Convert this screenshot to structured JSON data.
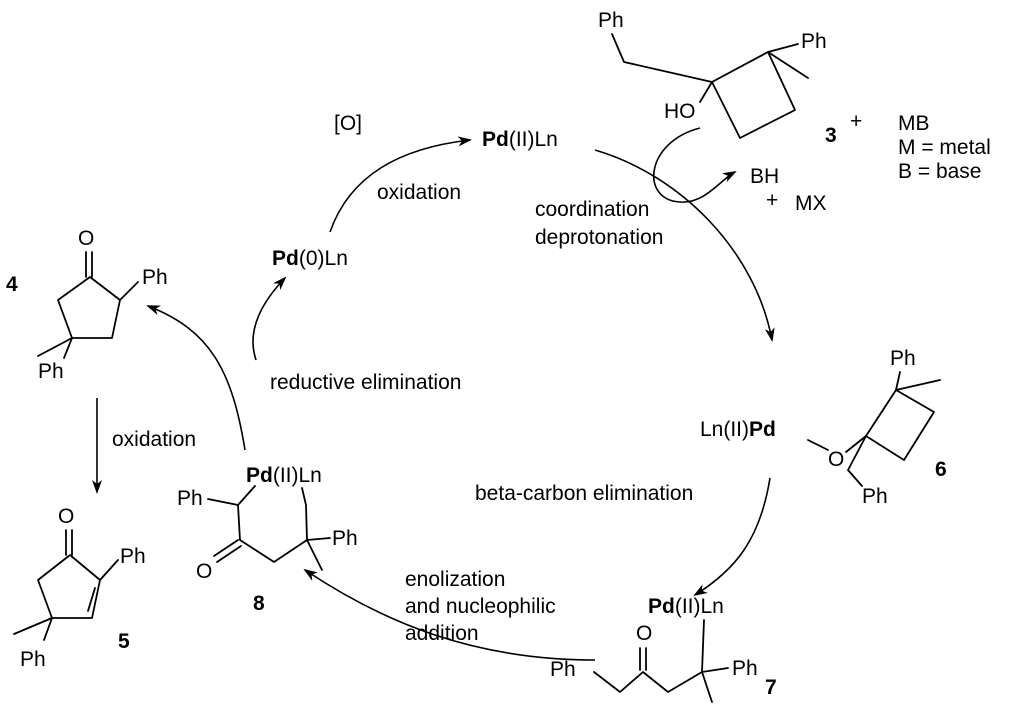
{
  "catalyst": {
    "pd2": {
      "metal": "Pd",
      "ox": "(II)",
      "lig": "Ln"
    },
    "pd0": {
      "metal": "Pd",
      "ox": "(0)",
      "lig": "Ln"
    },
    "pd6": {
      "pre": "Ln(II)",
      "metal": "Pd"
    }
  },
  "steps": {
    "oxidant": "[O]",
    "oxidation": "oxidation",
    "coordination": "coordination",
    "deprotonation": "deprotonation",
    "reductive_elimination": "reductive elimination",
    "beta_carbon": "beta-carbon elimination",
    "enolization_1": "enolization",
    "enolization_2": "and nucleophilic",
    "enolization_3": "addition",
    "oxidation_vertical": "oxidation"
  },
  "reagents": {
    "plus": "+",
    "mb": "MB",
    "m_def": "M = metal",
    "b_def": "B = base",
    "bh": "BH",
    "plus2": "+",
    "mx": "MX"
  },
  "compounds": {
    "c3": "3",
    "c4": "4",
    "c5": "5",
    "c6": "6",
    "c7": "7",
    "c8": "8"
  },
  "atoms": {
    "ph": "Ph",
    "ho": "HO",
    "o": "O"
  }
}
